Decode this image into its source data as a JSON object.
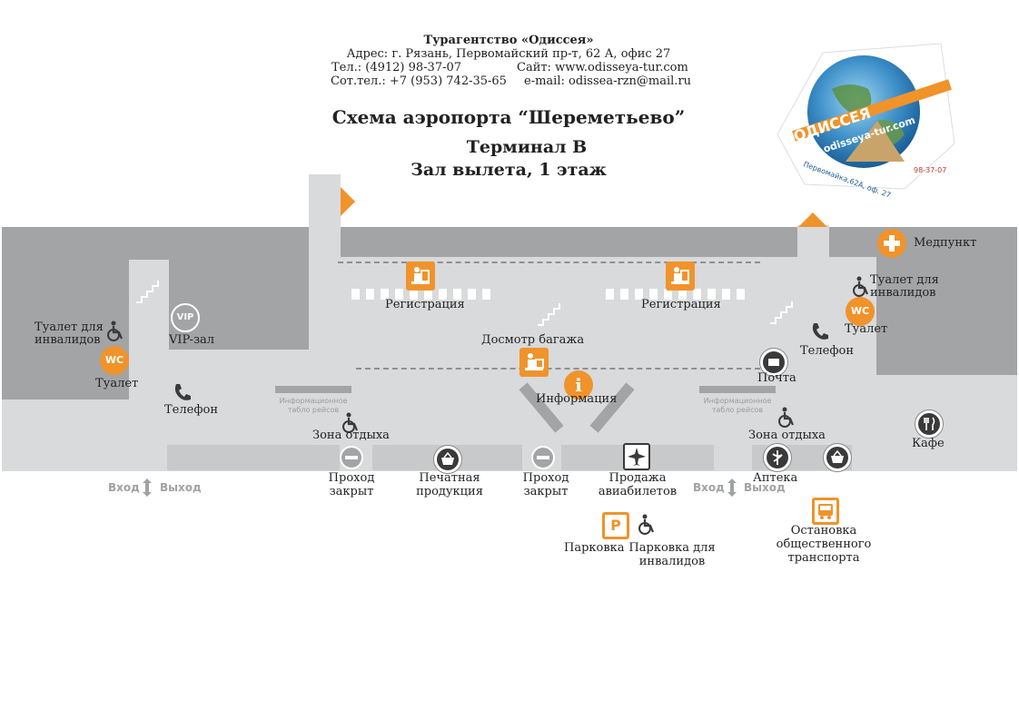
{
  "header": {
    "agency": "Турагентство «Одиссея»",
    "address": "Адрес: г. Рязань, Первомайский пр-т, 62 А, офис 27",
    "phone": "Тел.: (4912) 98-37-07",
    "site": "Сайт: www.odisseya-tur.com",
    "mobile": "Сот.тел.: +7 (953) 742-35-65",
    "email": "e-mail: odissea-rzn@mail.ru",
    "title": "Схема аэропорта “Шереметьево”",
    "terminal": "Терминал B",
    "hall": "Зал вылета, 1 этаж"
  },
  "logo": {
    "brand": "ОДИССЕЯ",
    "url": "odisseya-tur.com",
    "address": "Первомайка,62А, оф. 27",
    "phone": "98-37-07"
  },
  "map": {
    "medpunkt": "Медпункт",
    "toilet_disabled_left": "Туалет для инвалидов",
    "toilet_disabled_right": "Туалет для инвалидов",
    "vip_badge": "VIP",
    "vip_hall": "VIP-зал",
    "wc_badge": "WC",
    "toilet_left": "Туалет",
    "toilet_right": "Туалет",
    "phone_left": "Телефон",
    "phone_right": "Телефон",
    "registration_left": "Регистрация",
    "registration_right": "Регистрация",
    "baggage_check": "Досмотр багажа",
    "information": "Информация",
    "mail": "Почта",
    "info_board": "Информационное табло рейсов",
    "rest_zone_left": "Зона отдыха",
    "rest_zone_right": "Зона отдыха",
    "cafe": "Кафе",
    "passage_closed_1": "Проход закрыт",
    "passage_closed_2": "Проход закрыт",
    "press": "Печатная продукция",
    "tickets": "Продажа авиабилетов",
    "pharmacy": "Аптека",
    "entry": "Вход",
    "exit": "Выход",
    "parking_badge": "P",
    "parking": "Парковка",
    "parking_disabled": "Парковка для инвалидов",
    "bus_stop": "Остановка общественного транспорта"
  },
  "colors": {
    "accent": "#f0932b",
    "building_dark": "#a2a4a6",
    "building_light": "#d9dadb",
    "icon_dark": "#3a3a3a"
  }
}
